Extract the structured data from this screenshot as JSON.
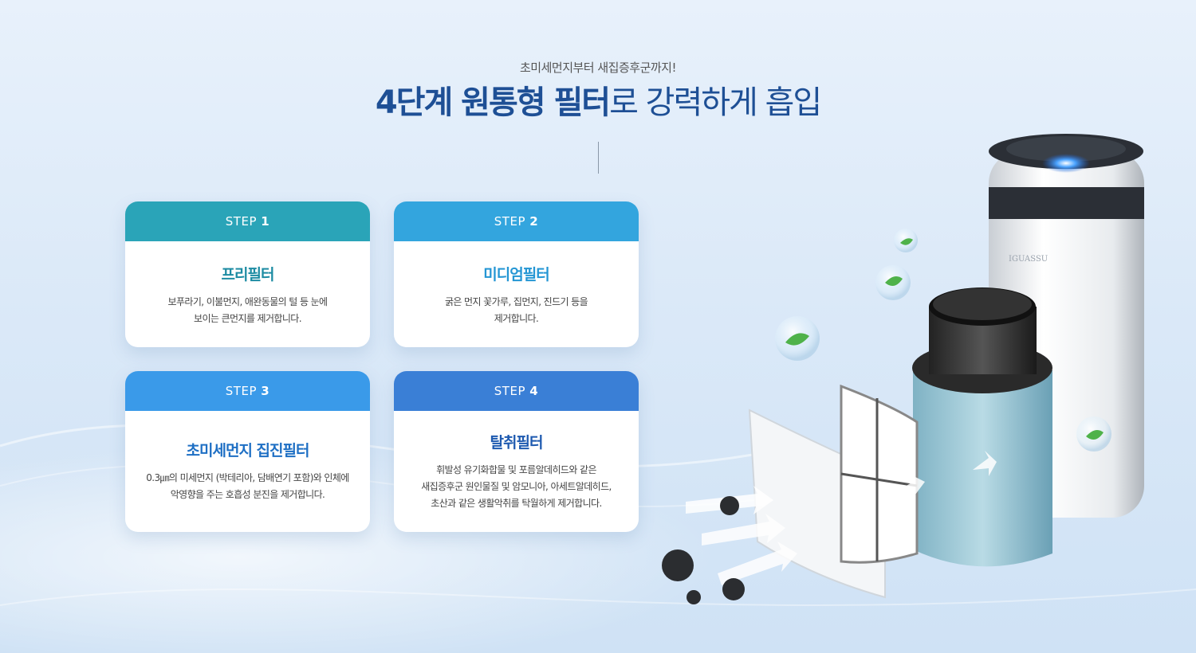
{
  "header": {
    "subtitle": "초미세먼지부터 새집증후군까지!",
    "title_strong": "4단계 원통형 필터",
    "title_light": "로 강력하게 흡입"
  },
  "steps": [
    {
      "label": "STEP",
      "number": "1",
      "name": "프리필터",
      "desc_lines": [
        "보푸라기, 이불먼지, 애완동물의 털 등 눈에",
        "보이는 큰먼지를 제거합니다."
      ]
    },
    {
      "label": "STEP",
      "number": "2",
      "name": "미디엄필터",
      "desc_lines": [
        "굵은 먼지 꽃가루, 집먼지, 진드기 등을",
        "제거합니다."
      ]
    },
    {
      "label": "STEP",
      "number": "3",
      "name": "초미세먼지 집진필터",
      "desc_lines": [
        "0.3㎛의 미세먼지 (박테리아, 담배연기 포함)와 인체에",
        "악영향을 주는 호흡성 분진을 제거합니다."
      ]
    },
    {
      "label": "STEP",
      "number": "4",
      "name": "탈취필터",
      "desc_lines": [
        "휘발성 유기화합물 및 포름알데히드와 같은",
        "새집증후군 원인물질 및 암모니아, 아세트알데히드,",
        "초산과 같은 생활악취를 탁월하게 제거합니다."
      ]
    }
  ],
  "product": {
    "brand": "IGUASSU",
    "icons": [
      "air-purifier-icon",
      "leaf-bubble-icon",
      "dust-particle-icon",
      "airflow-arrow-icon"
    ]
  },
  "colors": {
    "step1": "#2aa4b8",
    "step2": "#33a5de",
    "step3": "#3a9ae9",
    "step4": "#3a7fd6",
    "title": "#1e4f95"
  }
}
